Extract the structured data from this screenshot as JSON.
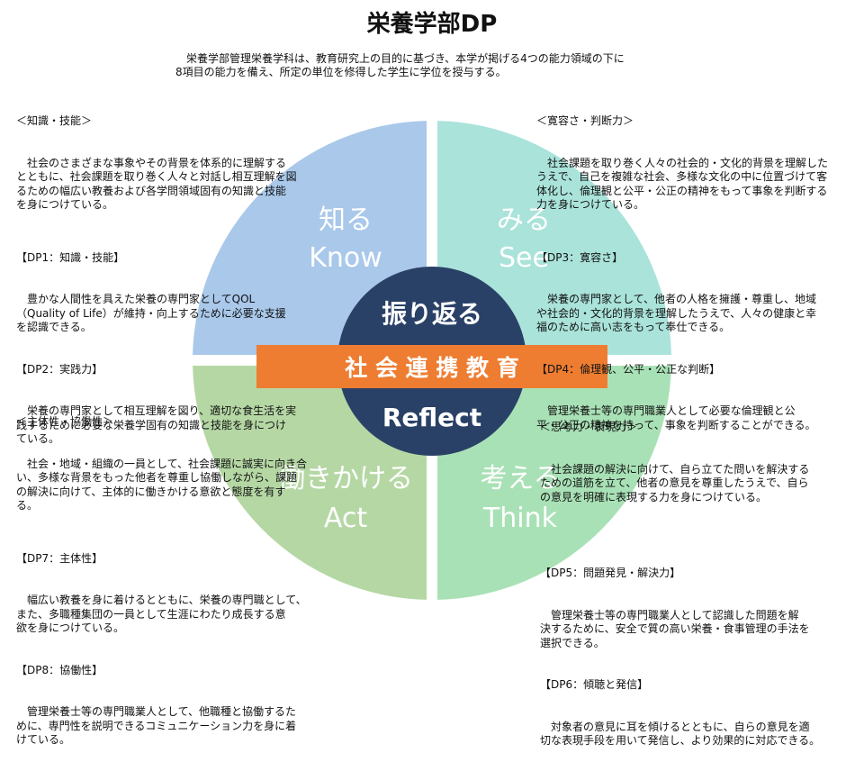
{
  "title": "栄養学部DP",
  "intro": "　栄養学部管理栄養学科は、教育研究上の目的に基づき、本学が掲げる4つの能力領域の下に\n8項目の能力を備え、所定の単位を修得した学生に学位を授与する。",
  "quadrants": {
    "tl": {
      "jp": "知る",
      "en": "Know",
      "color": "#a9c8ea"
    },
    "tr": {
      "jp": "みる",
      "en": "See",
      "color": "#aae3da"
    },
    "bl": {
      "jp": "働きかける",
      "en": "Act",
      "color": "#b5d7a4"
    },
    "br": {
      "jp": "考える",
      "en": "Think",
      "color": "#a9e1b6"
    }
  },
  "center": {
    "top": "振り返る",
    "bottom": "Reflect",
    "color": "#2a4167"
  },
  "band": {
    "label": "社 会 連 携 教 育",
    "color": "#ee7d31"
  },
  "blocks": {
    "tl": {
      "heading": "＜知識・技能＞",
      "body": "　社会のさまざまな事象やその背景を体系的に理解する\nとともに、社会課題を取り巻く人々と対話し相互理解を図\nるための幅広い教養および各学問領域固有の知識と技能\nを身につけている。",
      "dp1_title": "【DP1：知識・技能】",
      "dp1_body": "　豊かな人間性を具えた栄養の専門家としてQOL\n（Quality of Life）が維持・向上するために必要な支援\nを認識できる。",
      "dp2_title": "【DP2：実践力】",
      "dp2_body": "　栄養の専門家として相互理解を図り、適切な食生活を実\n践するために必要な栄養学固有の知識と技能を身につけ\nている。"
    },
    "tr": {
      "heading": "＜寛容さ・判断力＞",
      "body": "　社会課題を取り巻く人々の社会的・文化的背景を理解した\nうえで、自己を複雑な社会、多様な文化の中に位置づけて客\n体化し、倫理観と公平・公正の精神をもって事象を判断する\n力を身につけている。",
      "dp3_title": "【DP3：寛容さ】",
      "dp3_body": "　栄養の専門家として、他者の人格を擁護・尊重し、地域\nや社会的・文化的背景を理解したうえで、人々の健康と幸\n福のために高い志をもって奉仕できる。",
      "dp4_title": "【DP4：倫理観、公平・公正な判断】",
      "dp4_body": "　管理栄養士等の専門職業人として必要な倫理観と公\n平・公正の精神を持って、事象を判断することができる。"
    },
    "bl": {
      "heading": "＜主体性・協働性＞",
      "body": "　社会・地域・組織の一員として、社会課題に誠実に向き合\nい、多様な背景をもった他者を尊重し協働しながら、課題\nの解決に向けて、主体的に働きかける意欲と態度を有す\nる。",
      "dp7_title": "【DP7：主体性】",
      "dp7_body": "　幅広い教養を身に着けるとともに、栄養の専門職として、\nまた、多職種集団の一員として生涯にわたり成長する意\n欲を身につけている。",
      "dp8_title": "【DP8：協働性】",
      "dp8_body": "　管理栄養士等の専門職業人として、他職種と協働するた\nめに、専門性を説明できるコミュニケーション力を身に着\nけている。"
    },
    "br": {
      "heading": "＜思考力・表現力＞",
      "body": "　社会課題の解決に向けて、自ら立てた問いを解決する\nための道筋を立て、他者の意見を尊重したうえで、自ら\nの意見を明確に表現する力を身につけている。",
      "dp5_title": "【DP5：問題発見・解決力】",
      "dp5_body": "　管理栄養士等の専門職業人として認識した問題を解\n決するために、安全で質の高い栄養・食事管理の手法を\n選択できる。",
      "dp6_title": "【DP6：傾聴と発信】",
      "dp6_body": "　対象者の意見に耳を傾けるとともに、自らの意見を適\n切な表現手段を用いて発信し、より効果的に対応できる。"
    }
  }
}
